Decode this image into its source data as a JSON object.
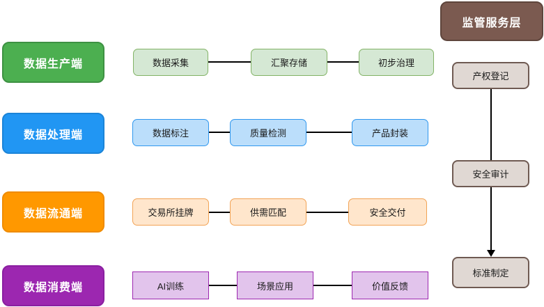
{
  "diagram": {
    "title": "data-ecosystem-flow",
    "lanes": [
      {
        "label": "数据生产端",
        "steps": [
          "数据采集",
          "汇聚存储",
          "初步治理"
        ]
      },
      {
        "label": "数据处理端",
        "steps": [
          "数据标注",
          "质量检测",
          "产品封装"
        ]
      },
      {
        "label": "数据流通端",
        "steps": [
          "交易所挂牌",
          "供需匹配",
          "安全交付"
        ]
      },
      {
        "label": "数据消费端",
        "steps": [
          "AI训练",
          "场景应用",
          "价值反馈"
        ]
      }
    ],
    "supervision": {
      "title": "监管服务层",
      "nodes": [
        "产权登记",
        "安全审计",
        "标准制定"
      ]
    },
    "colors": {
      "lane_production": "#4caf50",
      "lane_processing": "#2196f3",
      "lane_circulation": "#ff9800",
      "lane_consumption": "#9c27b0",
      "step_green_fill": "#d5e8d4",
      "step_green_border": "#82b366",
      "step_blue_fill": "#bbdefb",
      "step_blue_border": "#2f97ee",
      "step_orange_fill": "#ffe6cc",
      "step_orange_border": "#f2a355",
      "step_purple_fill": "#e2c4ec",
      "step_purple_border": "#9c27b0",
      "supervision_fill": "#7b5a50",
      "gov_node_fill": "#e0d8d3",
      "gov_node_border": "#6f5a52",
      "connector": "#000000"
    }
  }
}
